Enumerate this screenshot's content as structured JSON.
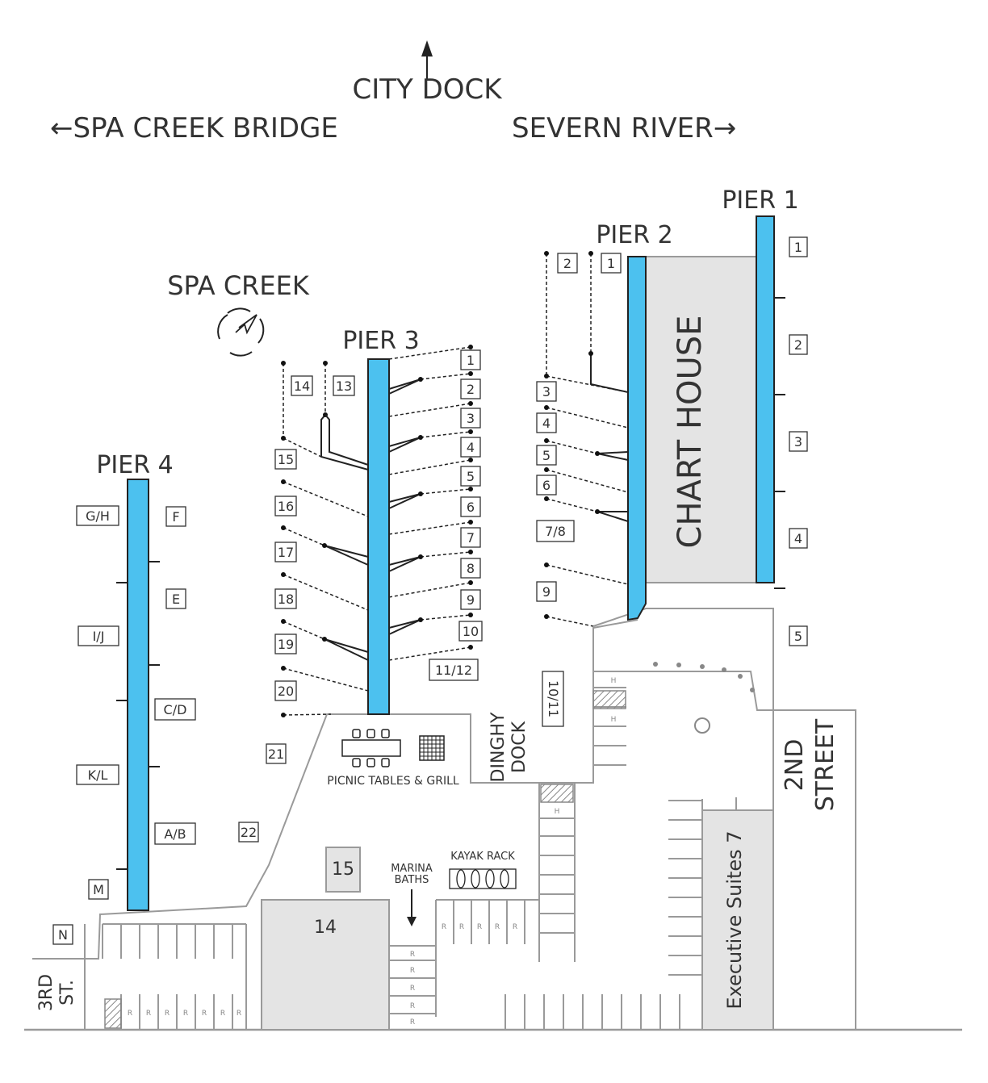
{
  "directions": {
    "city_dock": "CITY DOCK",
    "spa_creek_bridge": "←SPA CREEK BRIDGE",
    "severn_river": "SEVERN RIVER→",
    "spa_creek": "SPA CREEK"
  },
  "piers": {
    "pier1": "PIER 1",
    "pier2": "PIER 2",
    "pier3": "PIER 3",
    "pier4": "PIER 4"
  },
  "buildings": {
    "chart_house": "CHART HOUSE",
    "executive_suites": "Executive Suites 7",
    "building_14": "14",
    "building_15": "15"
  },
  "streets": {
    "second_street_line1": "2ND",
    "second_street_line2": "STREET",
    "third_st_line1": "3RD",
    "third_st_line2": "ST."
  },
  "amenities": {
    "picnic": "PICNIC TABLES & GRILL",
    "dinghy_line1": "DINGHY",
    "dinghy_line2": "DOCK",
    "marina_baths_line1": "MARINA",
    "marina_baths_line2": "BATHS",
    "kayak_rack": "KAYAK RACK",
    "dinghy_slip": "10/11"
  },
  "pier1_slips": [
    "1",
    "2",
    "3",
    "4",
    "5"
  ],
  "pier2_slips": [
    "2",
    "1",
    "3",
    "4",
    "5",
    "6",
    "7/8",
    "9"
  ],
  "pier3_slips": [
    "1",
    "2",
    "3",
    "4",
    "5",
    "6",
    "7",
    "8",
    "9",
    "10",
    "11/12",
    "14",
    "13",
    "15",
    "16",
    "17",
    "18",
    "19",
    "20",
    "21",
    "22"
  ],
  "pier4_slips": [
    "G/H",
    "F",
    "E",
    "I/J",
    "C/D",
    "K/L",
    "A/B",
    "M",
    "N"
  ],
  "parking": {
    "handicap": "H",
    "reserved": "R"
  },
  "colors": {
    "pier": "#4cc1ef",
    "building": "#e4e4e4",
    "outline": "#9a9a9a"
  }
}
